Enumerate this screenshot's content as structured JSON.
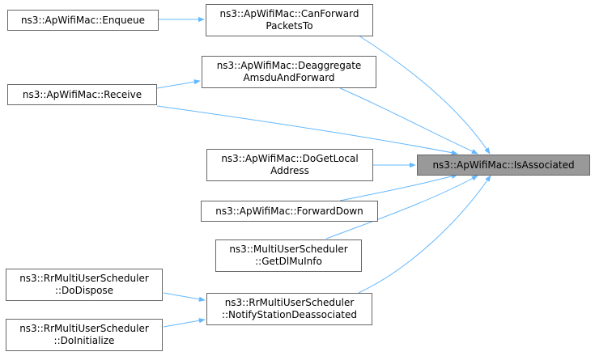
{
  "nodes": {
    "enqueue": {
      "lines": [
        "ns3::ApWifiMac::Enqueue"
      ]
    },
    "can_forward": {
      "lines": [
        "ns3::ApWifiMac::CanForward",
        "PacketsTo"
      ]
    },
    "deaggregate": {
      "lines": [
        "ns3::ApWifiMac::Deaggregate",
        "AmsduAndForward"
      ]
    },
    "receive": {
      "lines": [
        "ns3::ApWifiMac::Receive"
      ]
    },
    "do_get_local": {
      "lines": [
        "ns3::ApWifiMac::DoGetLocal",
        "Address"
      ]
    },
    "forward_down": {
      "lines": [
        "ns3::ApWifiMac::ForwardDown"
      ]
    },
    "get_dl_mu": {
      "lines": [
        "ns3::MultiUserScheduler",
        "::GetDlMuInfo"
      ]
    },
    "rr_dispose": {
      "lines": [
        "ns3::RrMultiUserScheduler",
        "::DoDispose"
      ]
    },
    "rr_notify": {
      "lines": [
        "ns3::RrMultiUserScheduler",
        "::NotifyStationDeassociated"
      ]
    },
    "rr_initialize": {
      "lines": [
        "ns3::RrMultiUserScheduler",
        "::DoInitialize"
      ]
    },
    "is_associated": {
      "lines": [
        "ns3::ApWifiMac::IsAssociated"
      ]
    }
  },
  "edge_color": "#63b8ff"
}
